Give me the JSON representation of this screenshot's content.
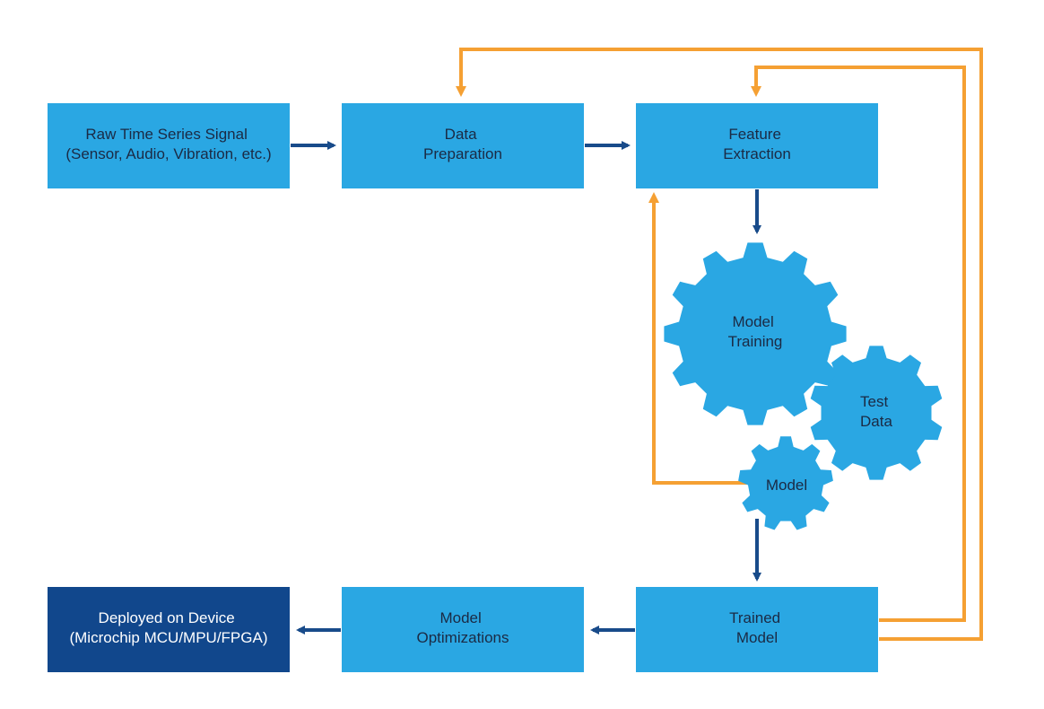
{
  "colors": {
    "box": "#2aa7e3",
    "box_dark": "#11478c",
    "arrow_blue": "#184b8a",
    "arrow_orange": "#f5a033",
    "text_dark": "#1b2a44",
    "text_light": "#ffffff"
  },
  "boxes": {
    "raw_signal": {
      "line1": "Raw Time Series Signal",
      "line2": "(Sensor, Audio, Vibration, etc.)"
    },
    "data_prep": {
      "line1": "Data",
      "line2": "Preparation"
    },
    "feature_extraction": {
      "line1": "Feature",
      "line2": "Extraction"
    },
    "trained_model": {
      "line1": "Trained",
      "line2": "Model"
    },
    "model_optimizations": {
      "line1": "Model",
      "line2": "Optimizations"
    },
    "deployed": {
      "line1": "Deployed on Device",
      "line2": "(Microchip MCU/MPU/FPGA)"
    }
  },
  "gears": {
    "training": {
      "line1": "Model",
      "line2": "Training"
    },
    "test_data": {
      "line1": "Test",
      "line2": "Data"
    },
    "model": {
      "line1": "Model"
    }
  },
  "icons": {
    "gear": "gear-icon",
    "arrow": "arrow-icon"
  }
}
